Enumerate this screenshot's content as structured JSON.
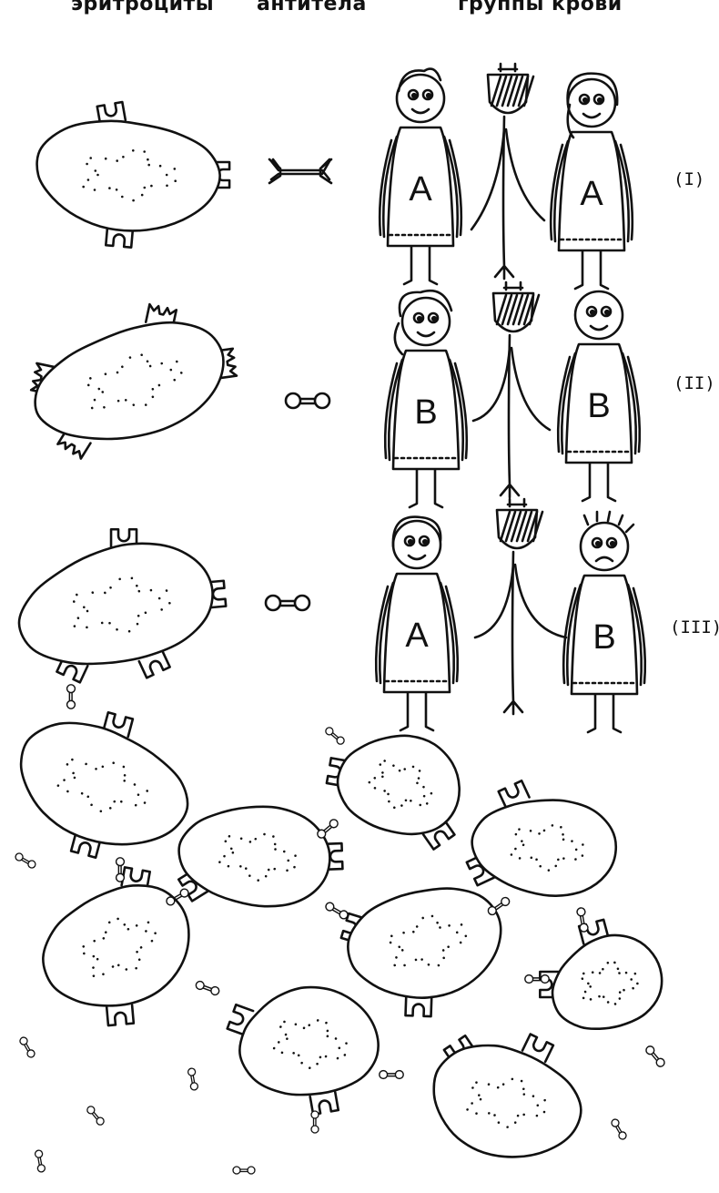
{
  "headers": {
    "erythrocytes": "эритроциты",
    "antibodies": "антитела",
    "blood_groups": "группы крови"
  },
  "rows": [
    {
      "label": "(I)",
      "left_letter": "A",
      "right_letter": "A"
    },
    {
      "label": "(II)",
      "left_letter": "B",
      "right_letter": "B"
    },
    {
      "label": "(III)",
      "left_letter": "A",
      "right_letter": "B"
    }
  ],
  "colors": {
    "ink": "#111111",
    "background": "#ffffff"
  }
}
